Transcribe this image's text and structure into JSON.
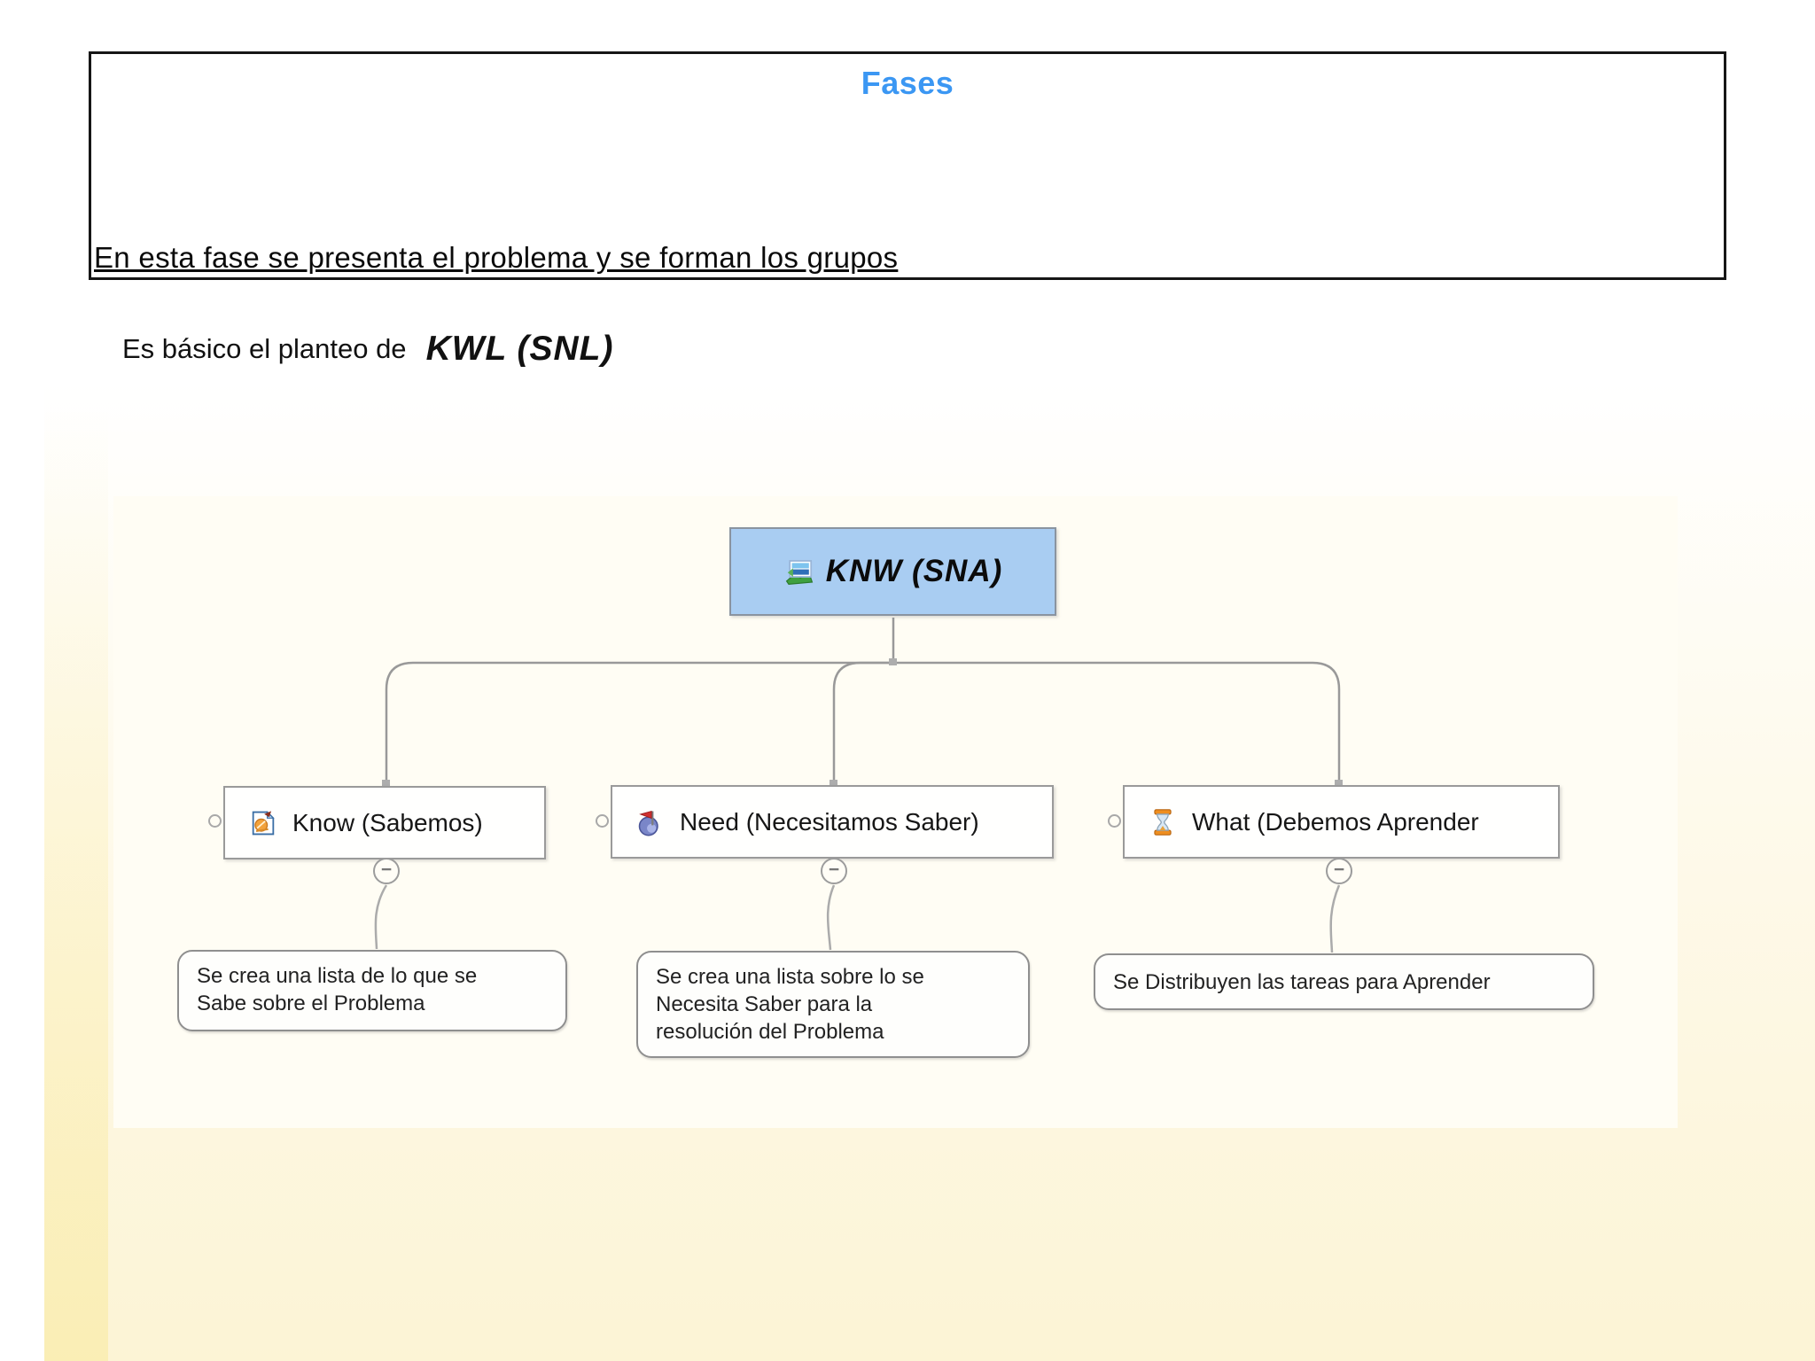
{
  "colors": {
    "title_blue": "#3b97f3",
    "root_node_fill": "#a9cdf2",
    "page_yellow_bottom": "#fcf4d5",
    "mindmap_canvas_bg": "#fffdf4",
    "connector_gray": "#999999"
  },
  "header": {
    "title": "Fases",
    "body_line": "En esta fase se presenta el problema y se forman los grupos"
  },
  "intro": {
    "prefix": "Es básico el planteo de",
    "highlight": "KWL (SNL)"
  },
  "mindmap": {
    "root": {
      "label": "KNW (SNA)",
      "icon": "chart-image-icon"
    },
    "children": [
      {
        "label": "Know (Sabemos)",
        "icon": "edit-document-icon",
        "note": "Se crea una lista de lo que se\nSabe sobre el Problema"
      },
      {
        "label": "Need (Necesitamos Saber)",
        "icon": "flag-marker-icon",
        "note": "Se crea una lista sobre lo se\nNecesita Saber para la\nresolución del Problema"
      },
      {
        "label": "What (Debemos Aprender",
        "icon": "hourglass-icon",
        "note": "Se Distribuyen las tareas para Aprender"
      }
    ],
    "collapse_glyph": "−"
  }
}
